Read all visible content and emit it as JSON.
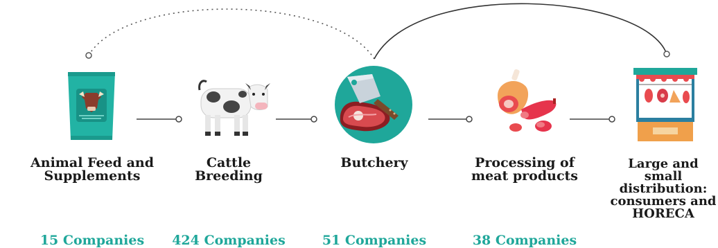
{
  "stages": [
    {
      "label_line1": "Animal Feed and",
      "label_line2": "Supplements",
      "count": "15 Companies",
      "icon": "feed-bag-icon"
    },
    {
      "label_line1": "Cattle",
      "label_line2": "Breeding",
      "count": "424 Companies",
      "icon": "cow-icon"
    },
    {
      "label_line1": "Butchery",
      "label_line2": "",
      "count": "51 Companies",
      "icon": "cleaver-steak-icon"
    },
    {
      "label_line1": "Processing of",
      "label_line2": "meat products",
      "count": "38 Companies",
      "icon": "ham-sausage-icon"
    },
    {
      "label_line1": "Large and small",
      "label_line2": "distribution:",
      "label_line3": "consumers and",
      "label_line4": "HORECA",
      "icon": "market-stall-icon"
    }
  ],
  "colors": {
    "accent": "#1fa79a",
    "text": "#1a1a1a",
    "connector": "#444444",
    "meat": "#d84a4f"
  }
}
